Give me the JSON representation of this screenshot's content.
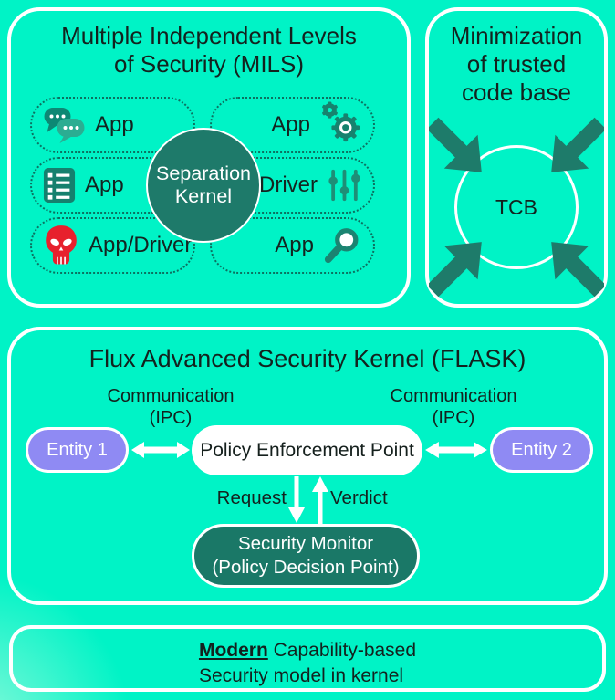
{
  "colors": {
    "background": "#00F3C6",
    "dark_teal": "#1E7A6A",
    "icon_teal": "#17826E",
    "icon_teal_light": "#2BAD92",
    "skull_red": "#E7202D",
    "entity_lavender": "#8F8AF3",
    "panel_border": "#FFFFFF",
    "text": "#13221E"
  },
  "mils": {
    "title_line1": "Multiple Independent Levels",
    "title_line2": "of Security (MILS)",
    "kernel_line1": "Separation",
    "kernel_line2": "Kernel",
    "cells": [
      {
        "label": "App",
        "icon": "chat-bubbles"
      },
      {
        "label": "App",
        "icon": "checklist"
      },
      {
        "label": "App/Driver",
        "icon": "skull"
      },
      {
        "label": "App",
        "icon": "gears"
      },
      {
        "label": "Driver",
        "icon": "sliders"
      },
      {
        "label": "App",
        "icon": "magnifier"
      }
    ]
  },
  "tcb": {
    "title_line1": "Minimization",
    "title_line2": "of trusted",
    "title_line3": "code base",
    "circle_label": "TCB"
  },
  "flask": {
    "title": "Flux Advanced Security Kernel (FLASK)",
    "comm_left": {
      "line1": "Communication",
      "line2": "(IPC)"
    },
    "comm_right": {
      "line1": "Communication",
      "line2": "(IPC)"
    },
    "entity1": "Entity 1",
    "entity2": "Entity 2",
    "pep": "Policy Enforcement Point",
    "request_label": "Request",
    "verdict_label": "Verdict",
    "monitor_line1": "Security Monitor",
    "monitor_line2": "(Policy Decision Point)"
  },
  "footer": {
    "emphasis": "Modern",
    "line1_rest": " Capability-based",
    "line2": "Security model in kernel"
  }
}
